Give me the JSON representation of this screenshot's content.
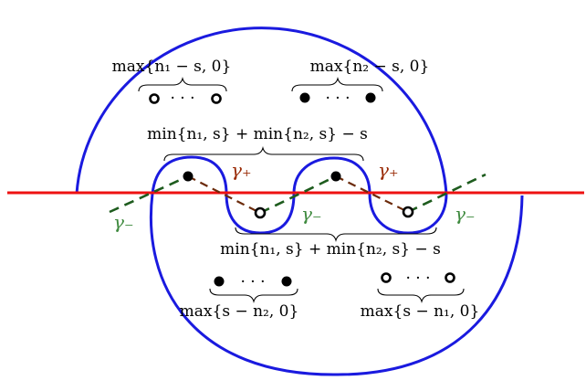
{
  "colors": {
    "line": "#ee1111",
    "curve": "#1a1adf",
    "dashed": "#1e5c1e",
    "dashed_upper": "#6b2a0a",
    "gamma_plus": "#9a2c08",
    "gamma_minus": "#3f8a3f"
  },
  "labels": {
    "top_left": "max{n₁ − s, 0}",
    "top_right": "max{n₂ − s, 0}",
    "middle_upper": "min{n₁, s} + min{n₂, s} − s",
    "middle_lower": "min{n₁, s} + min{n₂, s} − s",
    "bottom_left": "max{s − n₂, 0}",
    "bottom_right": "max{s − n₁, 0}",
    "gamma_plus": "γ₊",
    "gamma_minus": "γ₋"
  },
  "dots": {
    "ellipsis": "· · ·"
  }
}
